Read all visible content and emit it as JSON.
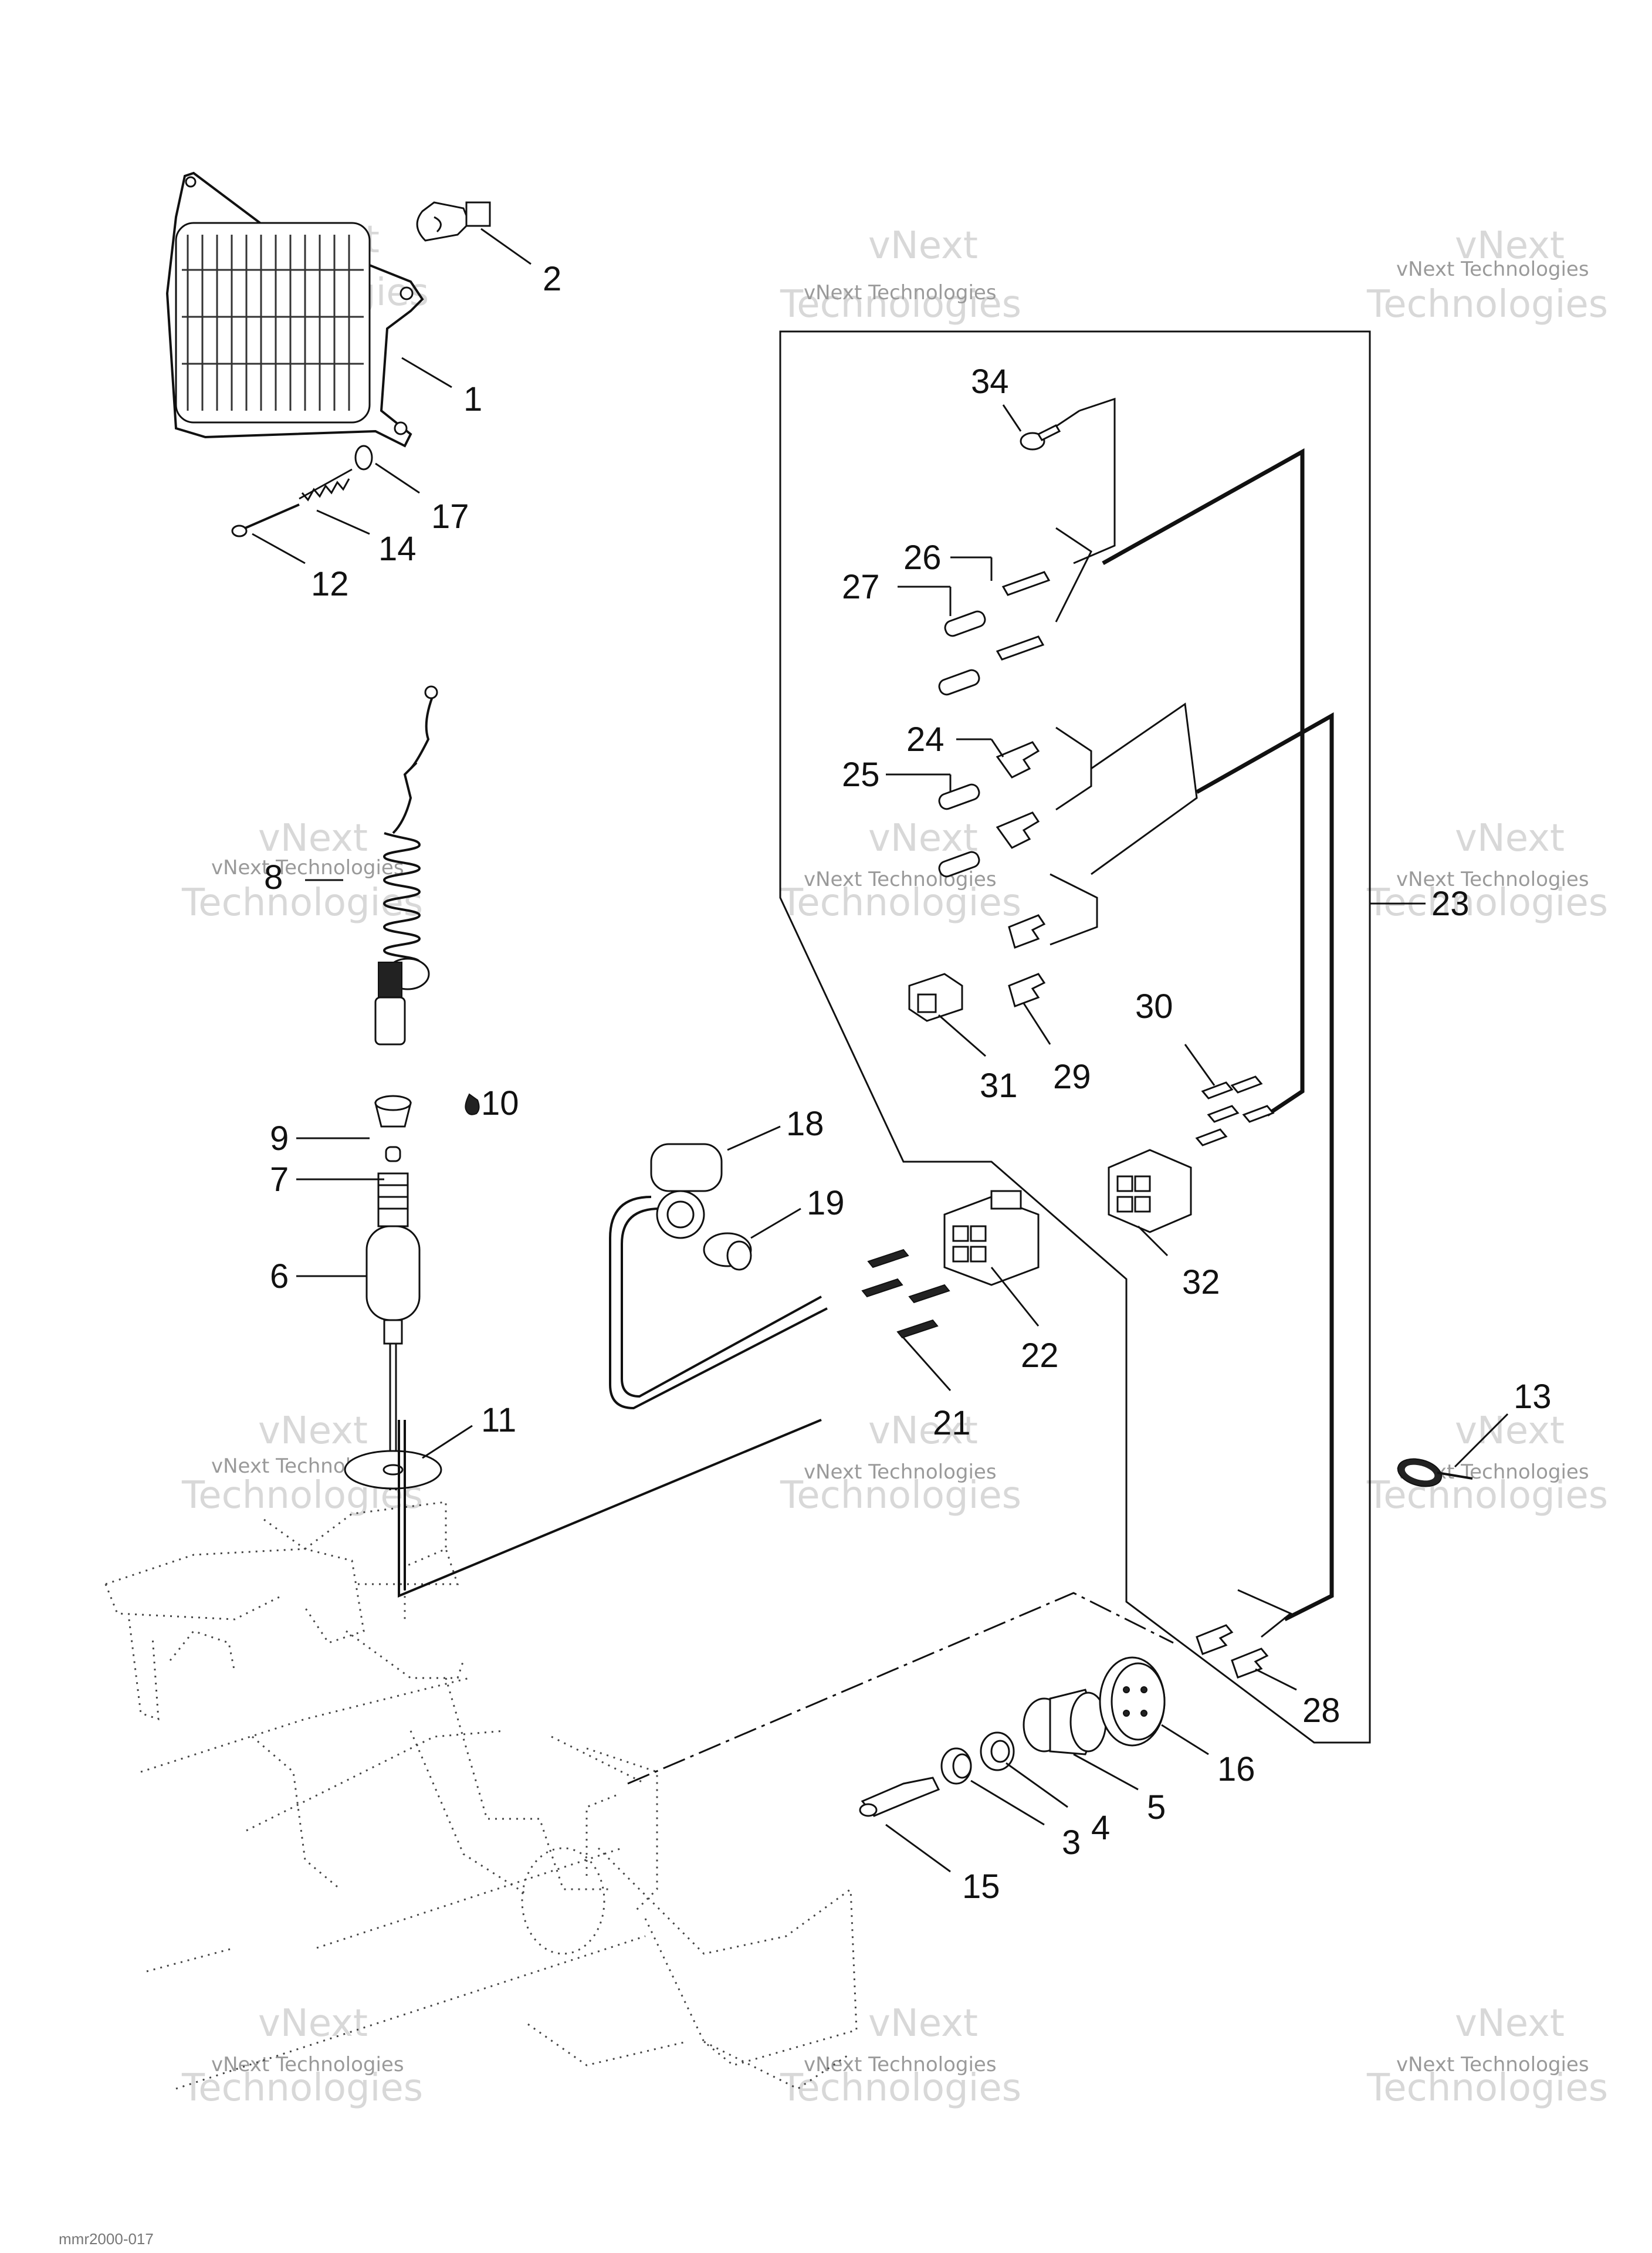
{
  "callouts": {
    "p1": "1",
    "p2": "2",
    "p3": "3",
    "p4": "4",
    "p5": "5",
    "p6": "6",
    "p7": "7",
    "p8": "8",
    "p9": "9",
    "p10": "10",
    "p11": "11",
    "p12": "12",
    "p13": "13",
    "p14": "14",
    "p15": "15",
    "p16": "16",
    "p17": "17",
    "p18": "18",
    "p19": "19",
    "p21": "21",
    "p22": "22",
    "p23": "23",
    "p24": "24",
    "p25": "25",
    "p26": "26",
    "p27": "27",
    "p28": "28",
    "p29": "29",
    "p30": "30",
    "p31": "31",
    "p32": "32",
    "p34": "34"
  },
  "watermark": {
    "small": "vNext Technologies",
    "big_a": "vNext",
    "big_b": "Technologies"
  },
  "footer": {
    "code": "mmr2000-017"
  },
  "icons": {
    "lubricant": "oil-drop-icon"
  }
}
